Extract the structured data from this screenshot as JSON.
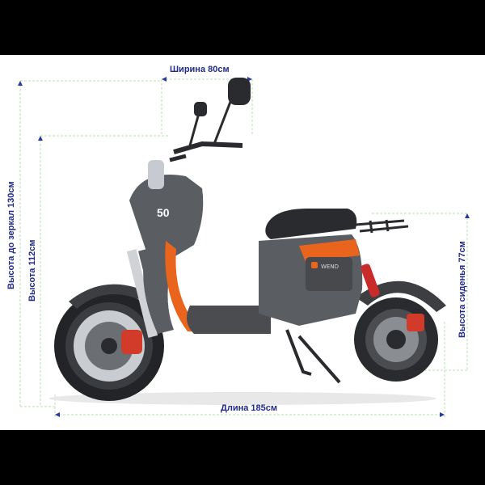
{
  "dimensions": {
    "width": "Ширина 80см",
    "mirror_height": "Высота до зеркал 130см",
    "height": "Высота 112см",
    "seat_height": "Высота сиденья 77см",
    "length": "Длина 185см"
  },
  "brand": "WEND",
  "badge": "50",
  "colors": {
    "label": "#1f2a8a",
    "body": "#5a5d62",
    "accent": "#e9651d",
    "line": "#b8dfb0"
  }
}
